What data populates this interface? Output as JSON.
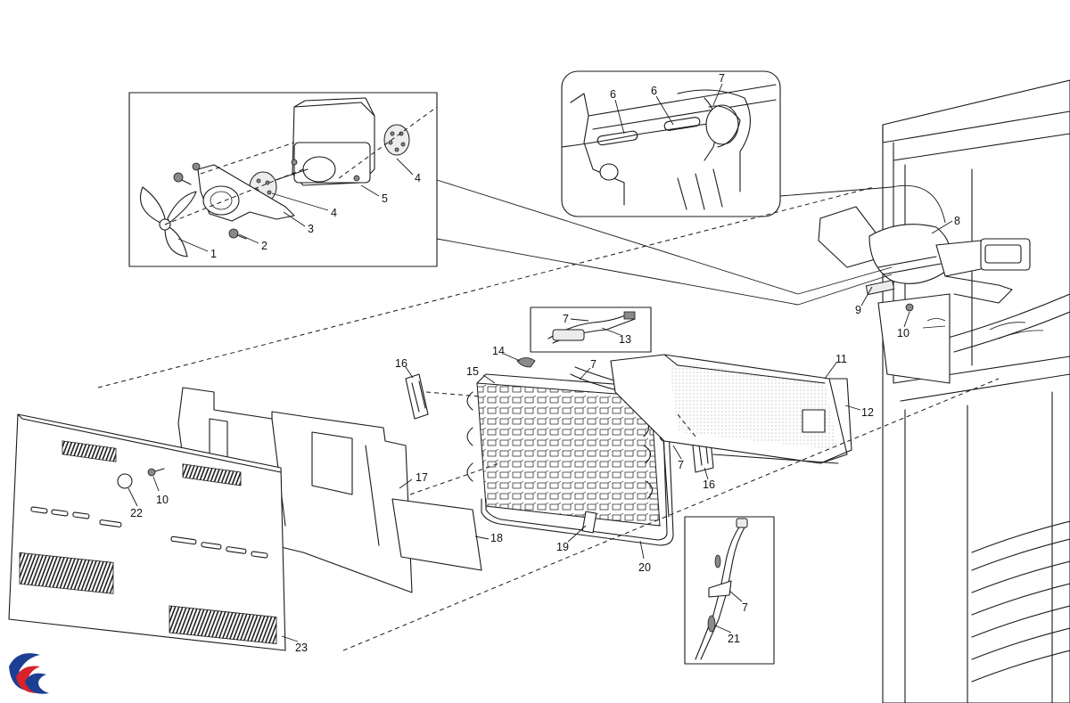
{
  "diagram": {
    "callouts": [
      {
        "id": "c-4a",
        "text": "4"
      },
      {
        "id": "c-5",
        "text": "5"
      },
      {
        "id": "c-4b",
        "text": "4"
      },
      {
        "id": "c-3",
        "text": "3"
      },
      {
        "id": "c-2",
        "text": "2"
      },
      {
        "id": "c-1",
        "text": "1"
      },
      {
        "id": "c-6a",
        "text": "6"
      },
      {
        "id": "c-6b",
        "text": "6"
      },
      {
        "id": "c-7a",
        "text": "7"
      },
      {
        "id": "c-8",
        "text": "8"
      },
      {
        "id": "c-9",
        "text": "9"
      },
      {
        "id": "c-10a",
        "text": "10"
      },
      {
        "id": "c-7b",
        "text": "7"
      },
      {
        "id": "c-13",
        "text": "13"
      },
      {
        "id": "c-14",
        "text": "14"
      },
      {
        "id": "c-16a",
        "text": "16"
      },
      {
        "id": "c-15",
        "text": "15"
      },
      {
        "id": "c-7c",
        "text": "7"
      },
      {
        "id": "c-11",
        "text": "11"
      },
      {
        "id": "c-12",
        "text": "12"
      },
      {
        "id": "c-7d",
        "text": "7"
      },
      {
        "id": "c-16b",
        "text": "16"
      },
      {
        "id": "c-17",
        "text": "17"
      },
      {
        "id": "c-18",
        "text": "18"
      },
      {
        "id": "c-19",
        "text": "19"
      },
      {
        "id": "c-20",
        "text": "20"
      },
      {
        "id": "c-22",
        "text": "22"
      },
      {
        "id": "c-10b",
        "text": "10"
      },
      {
        "id": "c-23",
        "text": "23"
      },
      {
        "id": "c-7e",
        "text": "7"
      },
      {
        "id": "c-21",
        "text": "21"
      }
    ],
    "colors": {
      "line": "#1a1a1a",
      "logo_red": "#d8232a",
      "logo_blue": "#1d3f93"
    }
  }
}
